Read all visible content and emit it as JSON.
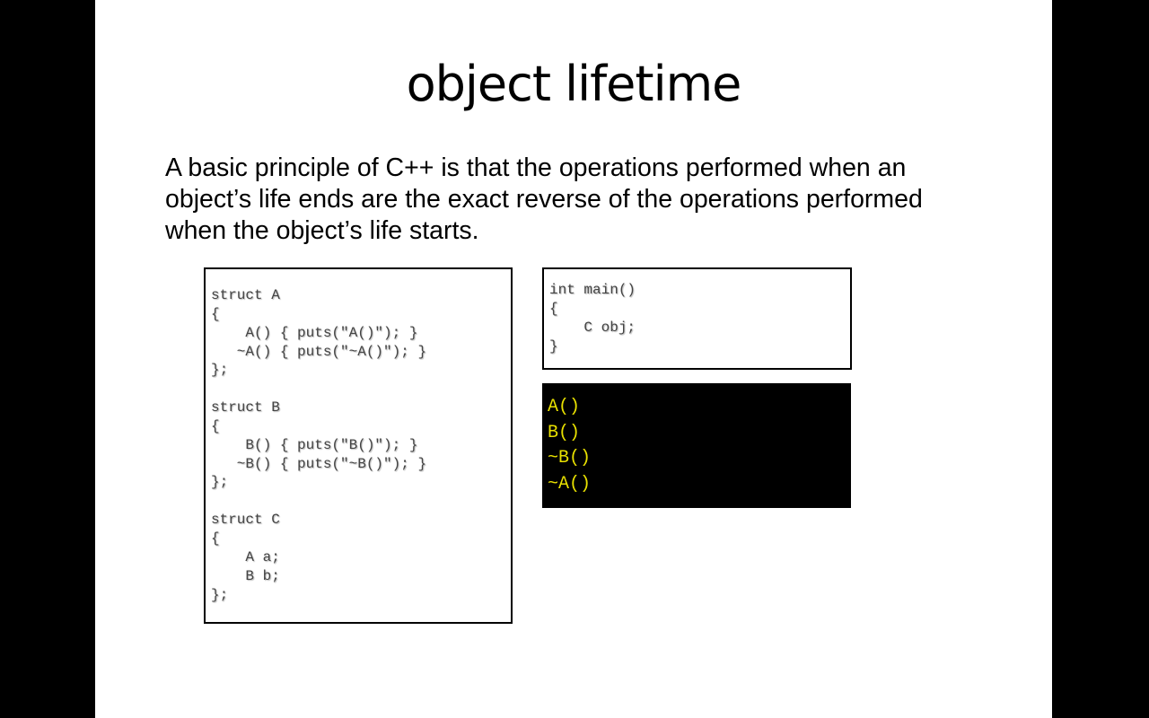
{
  "slide": {
    "title": "object lifetime",
    "body": "A basic principle of C++ is that the operations performed when an object’s life ends are the exact reverse of the operations performed when the object’s life starts.",
    "struct_code": "struct A\n{\n    A() { puts(\"A()\"); }\n   ~A() { puts(\"~A()\"); }\n};\n\nstruct B\n{\n    B() { puts(\"B()\"); }\n   ~B() { puts(\"~B()\"); }\n};\n\nstruct C\n{\n    A a;\n    B b;\n};",
    "main_code": "int main()\n{\n    C obj;\n}",
    "output_lines": [
      "A()",
      "B()",
      "~B()",
      "~A()"
    ]
  },
  "colors": {
    "background": "#000000",
    "slide": "#ffffff",
    "terminal_background": "#000000",
    "terminal_text": "#e8e000"
  }
}
